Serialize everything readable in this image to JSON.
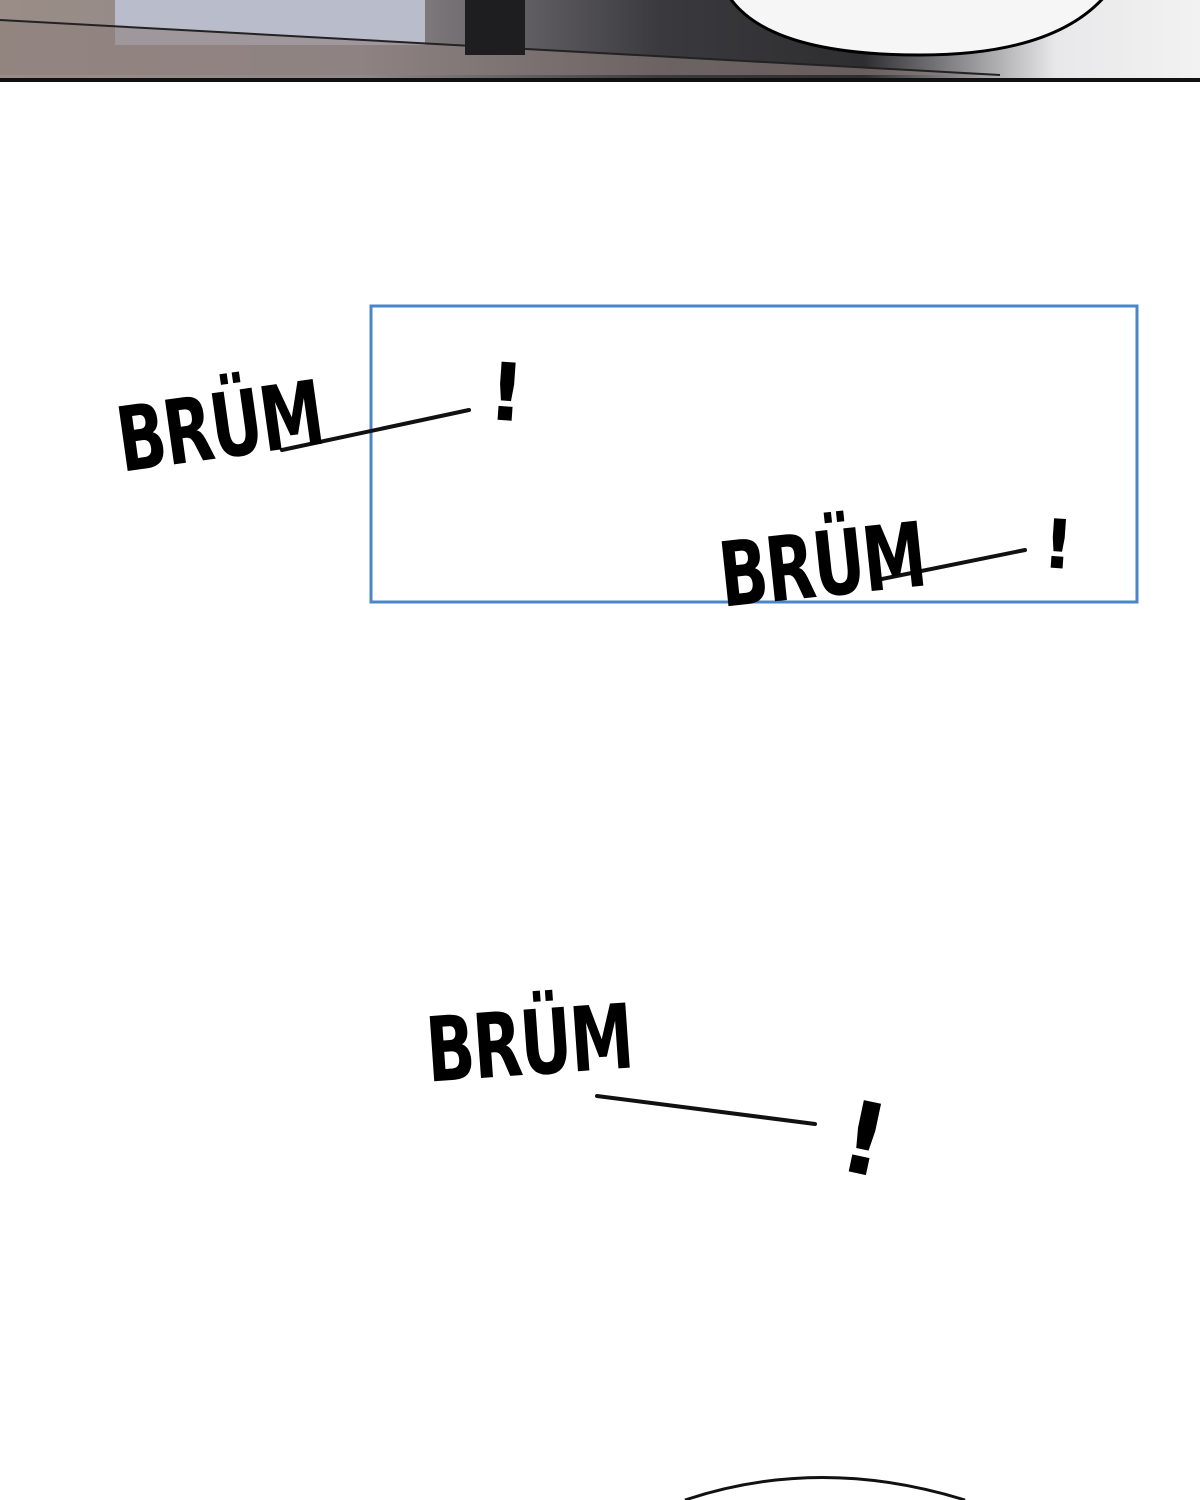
{
  "panel_colors": {
    "frame_border": "#4a86c8",
    "ink": "#111111"
  },
  "sfx": [
    {
      "text": "BRÜM",
      "exclaim": "!"
    },
    {
      "text": "BRÜM",
      "exclaim": "!"
    },
    {
      "text": "BRÜM",
      "exclaim": "!"
    }
  ]
}
